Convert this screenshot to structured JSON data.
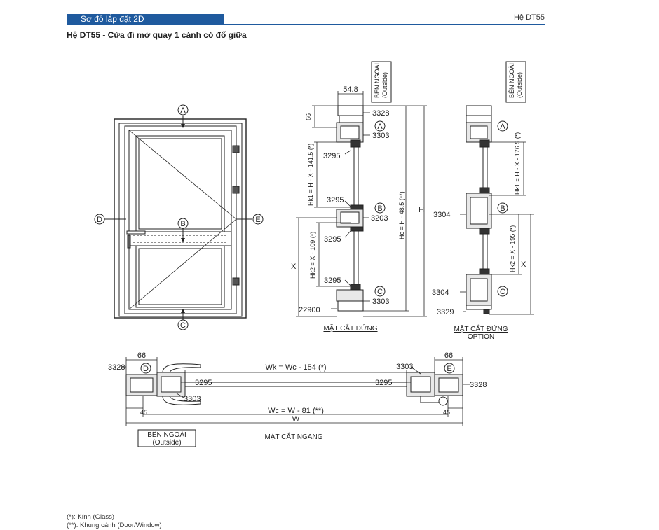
{
  "header": {
    "section_title": "Sơ đồ lắp đặt 2D",
    "series_tag": "Hệ DT55",
    "accent_color": "#1f5a9e"
  },
  "document": {
    "title": "Hệ DT55 - Cửa đi mở quay 1 cánh có đố giữa"
  },
  "elevation": {
    "point_a": "A",
    "point_b": "B",
    "point_c": "C",
    "point_d": "D",
    "point_e": "E"
  },
  "vertical_section": {
    "outside_label": [
      "BÊN NGOÀI",
      "(Outside)"
    ],
    "dim_top_width": "54.8",
    "dim_top_height": "66",
    "part_3328": "3328",
    "part_3303_top": "3303",
    "part_3295_top": "3295",
    "part_3295_mid_upper": "3295",
    "part_3203": "3203",
    "part_3295_mid_lower": "3295",
    "part_3295_bottom": "3295",
    "part_3303_bottom": "3303",
    "part_22900": "22900",
    "marker_a": "A",
    "marker_b": "B",
    "marker_c": "C",
    "dim_hk1": "Hk1 = H - X - 141.5 (*)",
    "dim_hk2": "Hk2 = X - 109 (*)",
    "dim_hc": "Hc = H - 48.5 (**)",
    "dim_h": "H",
    "dim_x": "X",
    "caption": "MẶT CẮT ĐỨNG"
  },
  "option_section": {
    "outside_label": [
      "BÊN NGOÀI",
      "(Outside)"
    ],
    "part_3304_mid": "3304",
    "part_3304_low": "3304",
    "part_3329": "3329",
    "marker_a": "A",
    "marker_b": "B",
    "marker_c": "C",
    "dim_hk1": "Hk1 = H - X - 176.5 (*)",
    "dim_hk2": "Hk2 = X - 195 (*)",
    "dim_x": "X",
    "caption": [
      "MẶT CẮT ĐỨNG",
      "OPTION"
    ]
  },
  "horizontal_section": {
    "dim_left": "66",
    "dim_right": "66",
    "part_3328_left": "3328",
    "part_3295_left": "3295",
    "part_3303_left": "3303",
    "part_3303_right": "3303",
    "part_3295_right": "3295",
    "part_3328_right": "3328",
    "marker_d": "D",
    "marker_e": "E",
    "dim_wk": "Wk = Wc - 154 (*)",
    "dim_wc": "Wc = W - 81 (**)",
    "dim_w": "W",
    "dim_offset_left": "45",
    "dim_offset_right": "45",
    "outside_label": [
      "BÊN NGOÀI",
      "(Outside)"
    ],
    "caption": "MẶT CẮT NGANG"
  },
  "notes": [
    "(*): Kính (Glass)",
    "(**): Khung cánh (Door/Window)"
  ]
}
